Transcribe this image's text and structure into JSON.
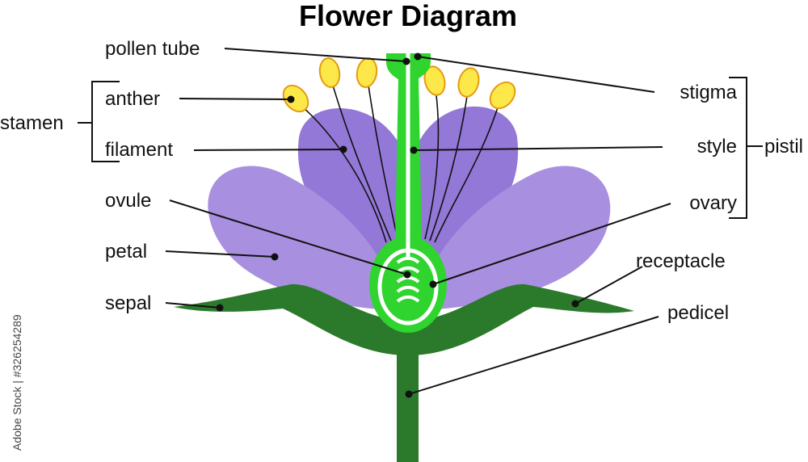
{
  "title": "Flower Diagram",
  "labels": {
    "pollen_tube": "pollen tube",
    "anther": "anther",
    "filament": "filament",
    "stamen": "stamen",
    "ovule": "ovule",
    "petal": "petal",
    "sepal": "sepal",
    "stigma": "stigma",
    "style": "style",
    "pistil": "pistil",
    "ovary": "ovary",
    "receptacle": "receptacle",
    "pedicel": "pedicel"
  },
  "stock_id": "Adobe Stock | #326254289",
  "colors": {
    "petal_light": "#a98fe0",
    "petal_dark": "#9378d8",
    "stem": "#2b7a2b",
    "pistil": "#2fd42f",
    "anther_fill": "#fde84a",
    "anther_stroke": "#e69a12"
  }
}
